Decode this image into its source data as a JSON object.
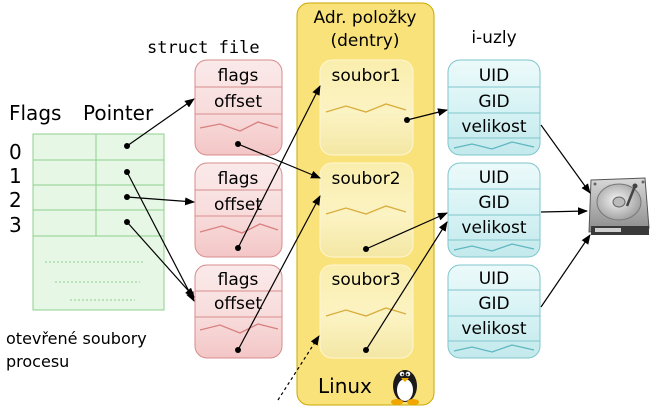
{
  "fd_table": {
    "header_flags": "Flags",
    "header_pointer": "Pointer",
    "indices": [
      "0",
      "1",
      "2",
      "3"
    ],
    "caption_line1": "otevřené soubory",
    "caption_line2": "procesu"
  },
  "struct_file": {
    "title": "struct file",
    "entries": [
      {
        "flags": "flags",
        "offset": "offset"
      },
      {
        "flags": "flags",
        "offset": "offset"
      },
      {
        "flags": "flags",
        "offset": "offset"
      }
    ]
  },
  "dentry_cache": {
    "title_line1": "Adr. položky",
    "title_line2": "(dentry)",
    "entries": [
      "soubor1",
      "soubor2",
      "soubor3"
    ],
    "footer": "Linux"
  },
  "inodes": {
    "title": "i-uzly",
    "entries": [
      {
        "uid": "UID",
        "gid": "GID",
        "size": "velikost"
      },
      {
        "uid": "UID",
        "gid": "GID",
        "size": "velikost"
      },
      {
        "uid": "UID",
        "gid": "GID",
        "size": "velikost"
      }
    ]
  },
  "colors": {
    "fd_table_fill": "#e6f7e6",
    "fd_table_stroke": "#8fcf8f",
    "file_fill": "#f8dcdc",
    "file_stroke": "#d88c8c",
    "dentry_panel_fill": "#f9e27a",
    "dentry_panel_stroke": "#c9a800",
    "dentry_card_fill": "#fbf3c3",
    "inode_fill": "#d5f2f4",
    "inode_stroke": "#7fc6cc",
    "arrow": "#000000"
  },
  "icons": [
    "hard-disk-icon",
    "tux-penguin-icon"
  ]
}
